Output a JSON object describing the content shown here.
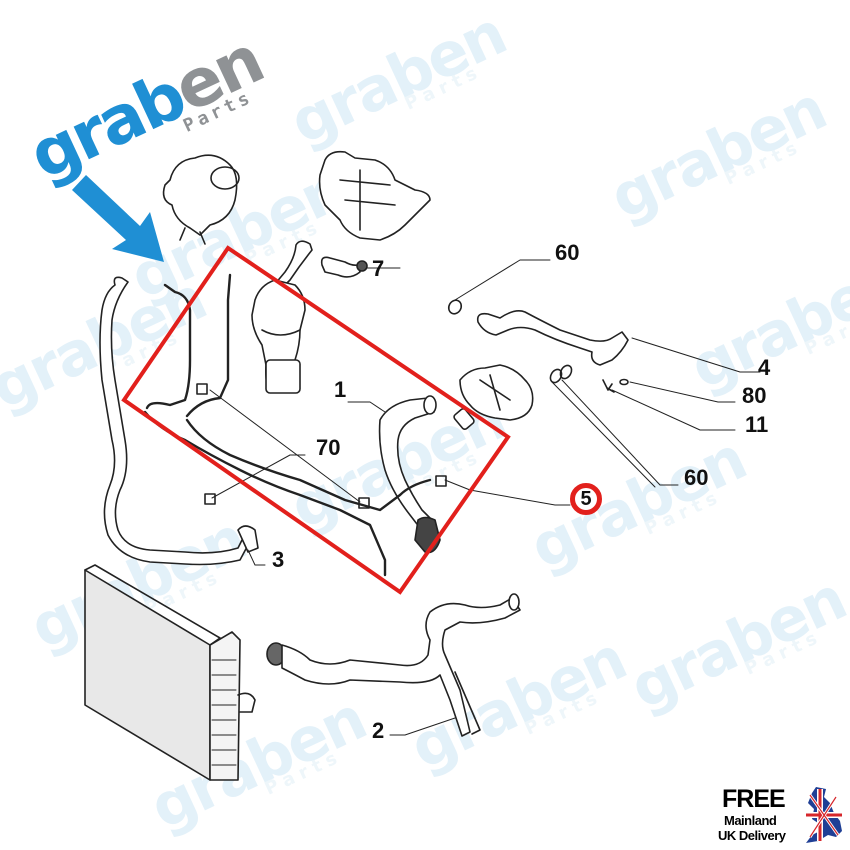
{
  "brand": {
    "name_part1": "grab",
    "name_part2": "en",
    "suffix": "Parts",
    "primary_color": "#1f8fd4",
    "secondary_color": "#8f9295"
  },
  "watermark": {
    "text": "graben",
    "suffix": "Parts",
    "color": "#e3f1f9"
  },
  "diagram": {
    "title": "Engine cooling hoses exploded parts diagram",
    "highlight_box_color": "#e2201c",
    "arrow_color": "#1f8fd4",
    "callouts": [
      {
        "id": "c60a",
        "label": "60"
      },
      {
        "id": "c7",
        "label": "7"
      },
      {
        "id": "c4",
        "label": "4"
      },
      {
        "id": "c80",
        "label": "80"
      },
      {
        "id": "c11",
        "label": "11"
      },
      {
        "id": "c1",
        "label": "1"
      },
      {
        "id": "c70",
        "label": "70"
      },
      {
        "id": "c60b",
        "label": "60"
      },
      {
        "id": "c5",
        "label": "5"
      },
      {
        "id": "c3",
        "label": "3"
      },
      {
        "id": "c2",
        "label": "2"
      }
    ],
    "highlighted_part": "5"
  },
  "delivery_badge": {
    "line1": "FREE",
    "line2": "Mainland",
    "line3": "UK Delivery",
    "flag": "uk-map-flag-icon"
  }
}
